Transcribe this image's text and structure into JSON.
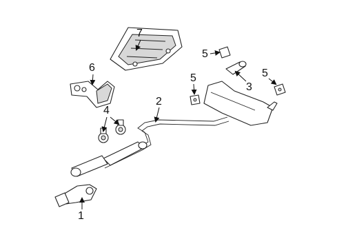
{
  "callouts": [
    {
      "id": "1",
      "text": "1"
    },
    {
      "id": "2",
      "text": "2"
    },
    {
      "id": "3",
      "text": "3"
    },
    {
      "id": "4",
      "text": "4"
    },
    {
      "id": "5a",
      "text": "5"
    },
    {
      "id": "5b",
      "text": "5"
    },
    {
      "id": "5c",
      "text": "5"
    },
    {
      "id": "6",
      "text": "6"
    },
    {
      "id": "7",
      "text": "7"
    }
  ]
}
